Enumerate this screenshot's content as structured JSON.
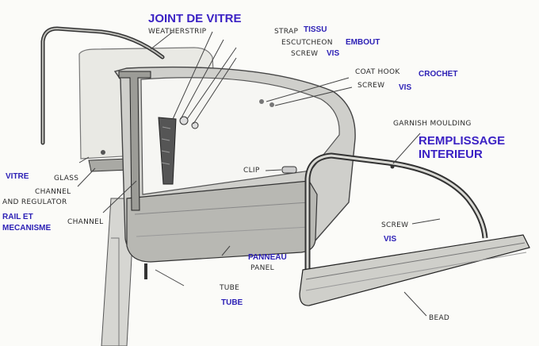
{
  "labels_en": {
    "weatherstrip": "WEATHERSTRIP",
    "strap": "STRAP",
    "escutcheon": "ESCUTCHEON",
    "screw_top": "SCREW",
    "coat_hook": "COAT HOOK",
    "screw_hook": "SCREW",
    "garnish_moulding": "GARNISH MOULDING",
    "clip": "CLIP",
    "glass": "GLASS",
    "channel_and_regulator_1": "CHANNEL",
    "channel_and_regulator_2": "AND REGULATOR",
    "channel": "CHANNEL",
    "screw_right": "SCREW",
    "panel": "PANEL",
    "tube": "TUBE",
    "bead": "BEAD"
  },
  "labels_fr": {
    "joint_de_vitre": "JOINT DE VITRE",
    "tissu": "TISSU",
    "embout": "EMBOUT",
    "vis_top": "VIS",
    "crochet": "CROCHET",
    "vis_hook": "VIS",
    "remplissage_1": "REMPLISSAGE",
    "remplissage_2": "INTERIEUR",
    "vitre": "VITRE",
    "rail_1": "RAIL ET",
    "rail_2": "MECANISME",
    "panneau": "PANNEAU",
    "tube": "TUBE",
    "vis_right": "VIS"
  },
  "colors": {
    "french_label": "#2b1fb5",
    "french_title": "#3b22c4",
    "english_label": "#2a2a2a"
  }
}
